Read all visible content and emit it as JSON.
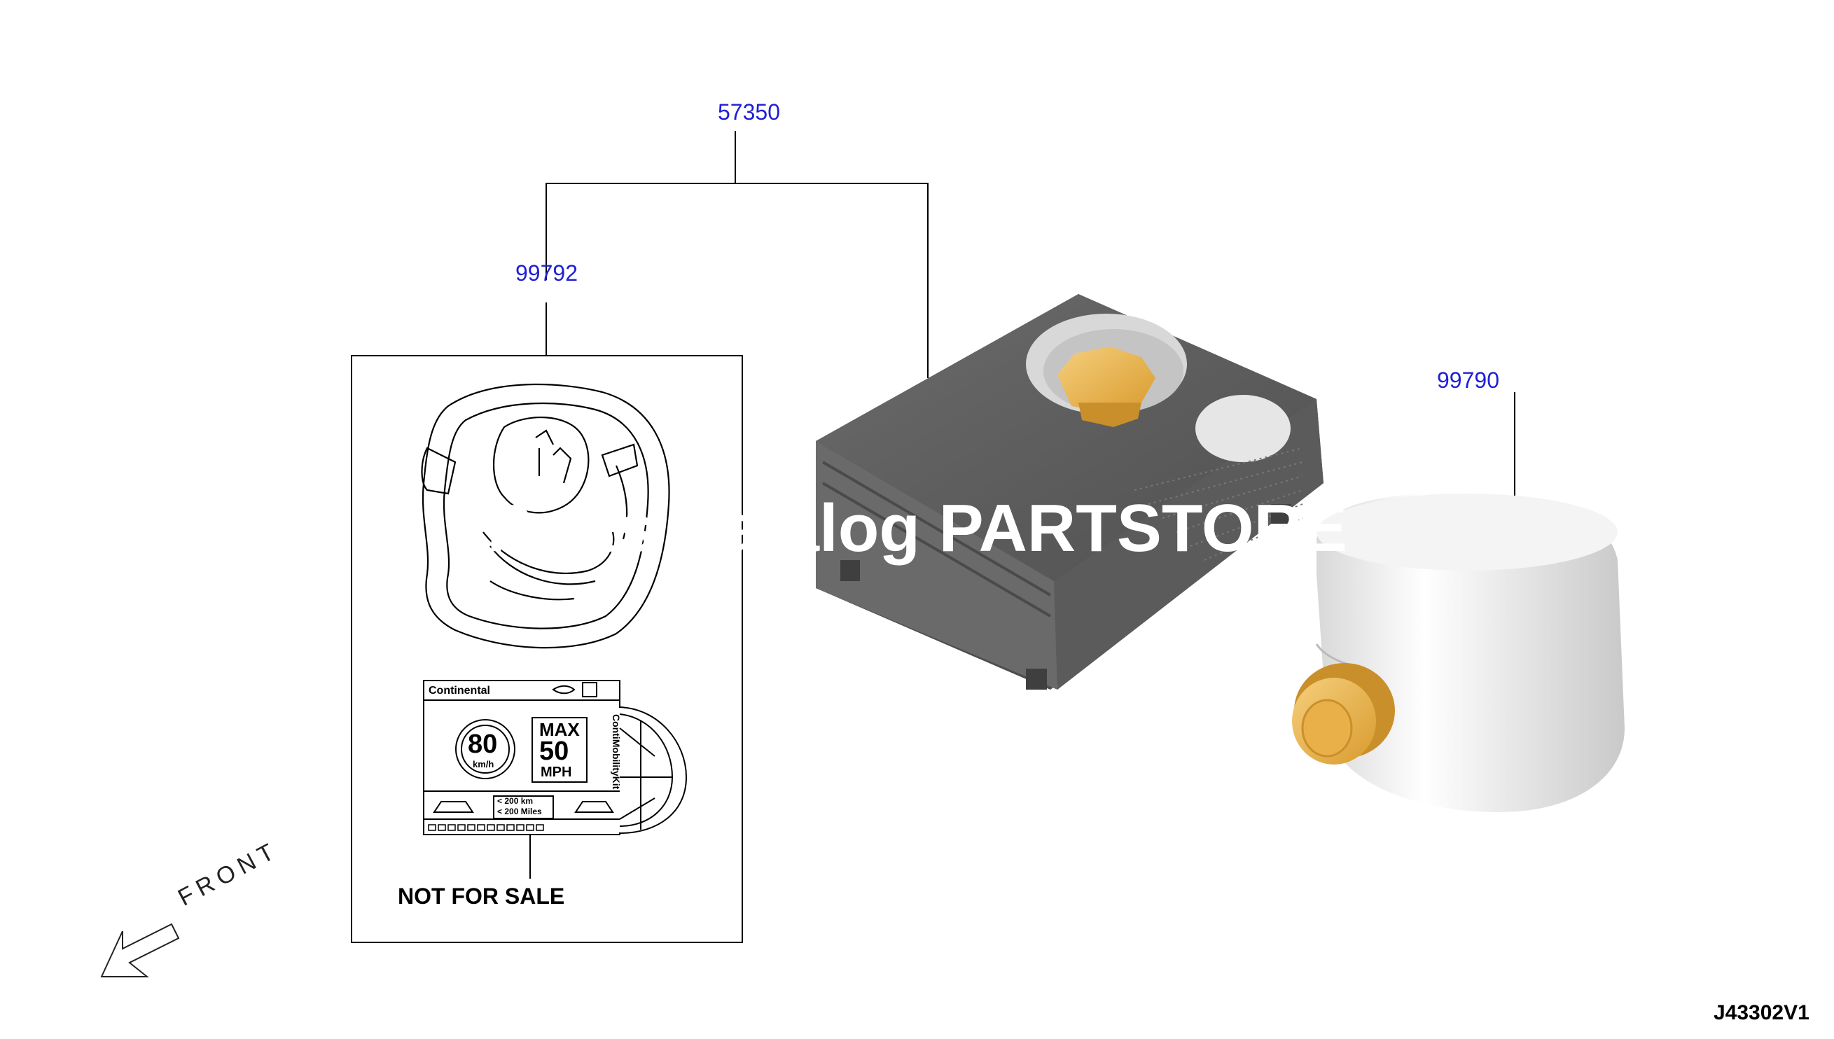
{
  "callouts": {
    "kit": "57350",
    "manual": "99792",
    "bottle": "99790"
  },
  "manual": {
    "brand": "Continental",
    "speed_kmh": "80",
    "speed_kmh_unit": "km/h",
    "max_label": "MAX",
    "speed_mph": "50",
    "speed_mph_unit": "MPH",
    "distance_km": "< 200 km",
    "distance_miles": "< 200 Miles",
    "vertical_text": "ContiMobilityKit",
    "not_for_sale": "NOT FOR SALE"
  },
  "orientation": {
    "label": "FRONT"
  },
  "watermark": "Parts Catalog PARTSTORE",
  "diagram_id": "J43302V1",
  "colors": {
    "callout": "#1f1fd6",
    "compressor_body": "#5d5d5d",
    "cap_gold": "#e9b04a",
    "bottle_white": "#f2f2f2"
  },
  "icons": {
    "compressor": "compressor-icon",
    "bottle": "sealant-bottle-icon",
    "arrow": "front-arrow-icon"
  }
}
